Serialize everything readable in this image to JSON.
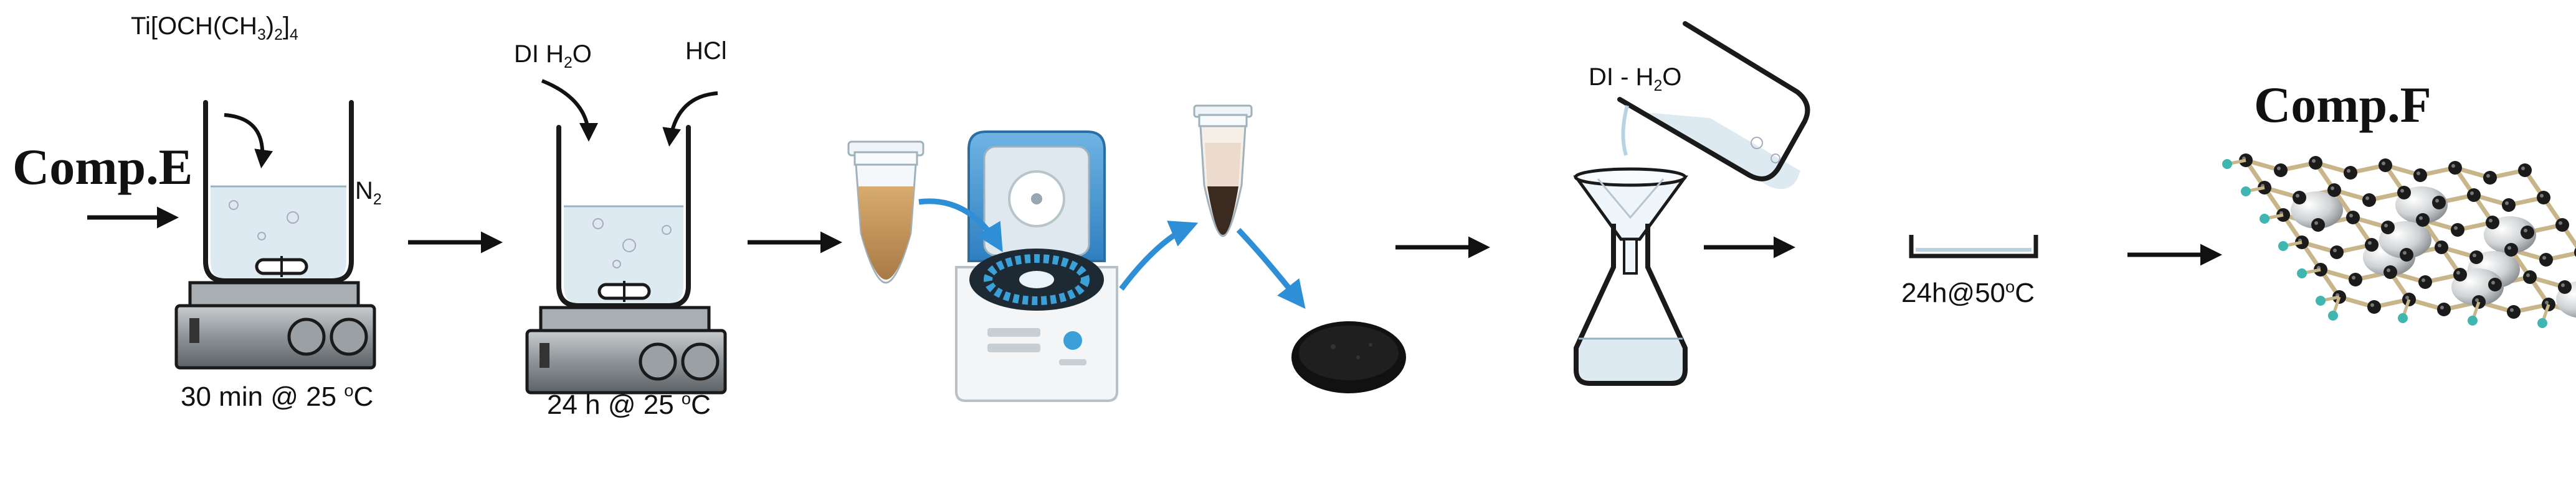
{
  "labels": {
    "comp_e": "Comp.E",
    "comp_f": "Comp.F",
    "reagent_titanium": "Ti[OCH(CH3)2]4",
    "gas_n2": "N2",
    "water_1": "DI H2O",
    "acid_hcl": "HCl",
    "water_2": "DI - H2O",
    "step_1_condition": "30 min @ 25 oC",
    "step_2_condition": "24 h @ 25 oC",
    "drying_condition": "24h@50oC"
  },
  "colors": {
    "line": "#1a1a1a",
    "liquid": "#d7e6ee",
    "stirrer_body": "#8f9599",
    "centrifuge_lid": "#4a9bd6",
    "centrifuge_rotor": "#3b9fd8",
    "sample_brown": "#c79a62",
    "sample_dark": "#3a2a20",
    "product_black": "#111111",
    "process_arrow": "#111111",
    "transfer_arrow": "#2e8fd6"
  },
  "icons": [
    "magnetic-stirrer-icon",
    "beaker-icon",
    "centrifuge-icon",
    "centrifuge-tube-icon",
    "filter-funnel-icon",
    "erlenmeyer-flask-icon",
    "drying-dish-icon",
    "graphene-lattice-icon"
  ]
}
